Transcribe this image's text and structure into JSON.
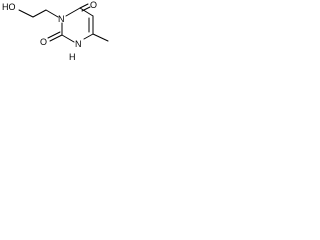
{
  "molecule": {
    "labels": {
      "ho": "HO",
      "n3": "N",
      "n1h": "N",
      "h": "H",
      "o_top": "O",
      "o_bottom": "O"
    },
    "colors": {
      "ink": "#000000",
      "background": "#ffffff"
    }
  }
}
